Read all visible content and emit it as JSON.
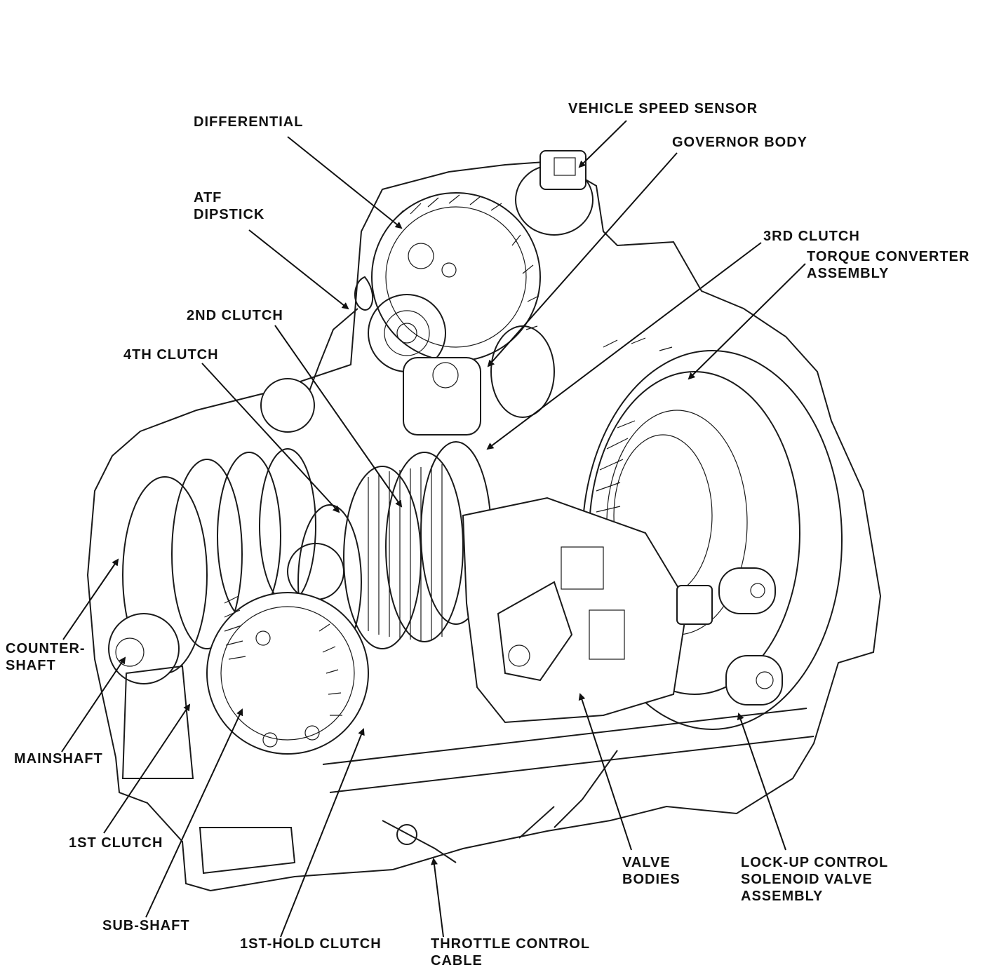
{
  "labels": {
    "differential": "DIFFERENTIAL",
    "vehicle_speed_sensor": "VEHICLE SPEED SENSOR",
    "governor_body": "GOVERNOR BODY",
    "atf_dipstick": "ATF\nDIPSTICK",
    "third_clutch": "3RD CLUTCH",
    "torque_converter": "TORQUE CONVERTER\nASSEMBLY",
    "second_clutch": "2ND CLUTCH",
    "fourth_clutch": "4TH CLUTCH",
    "countershaft": "COUNTER-\nSHAFT",
    "mainshaft": "MAINSHAFT",
    "first_clutch": "1ST CLUTCH",
    "sub_shaft": "SUB-SHAFT",
    "first_hold_clutch": "1ST-HOLD CLUTCH",
    "throttle_control_cable": "THROTTLE CONTROL\nCABLE",
    "valve_bodies": "VALVE\nBODIES",
    "lockup_solenoid": "LOCK-UP CONTROL\nSOLENOID VALVE\nASSEMBLY"
  }
}
